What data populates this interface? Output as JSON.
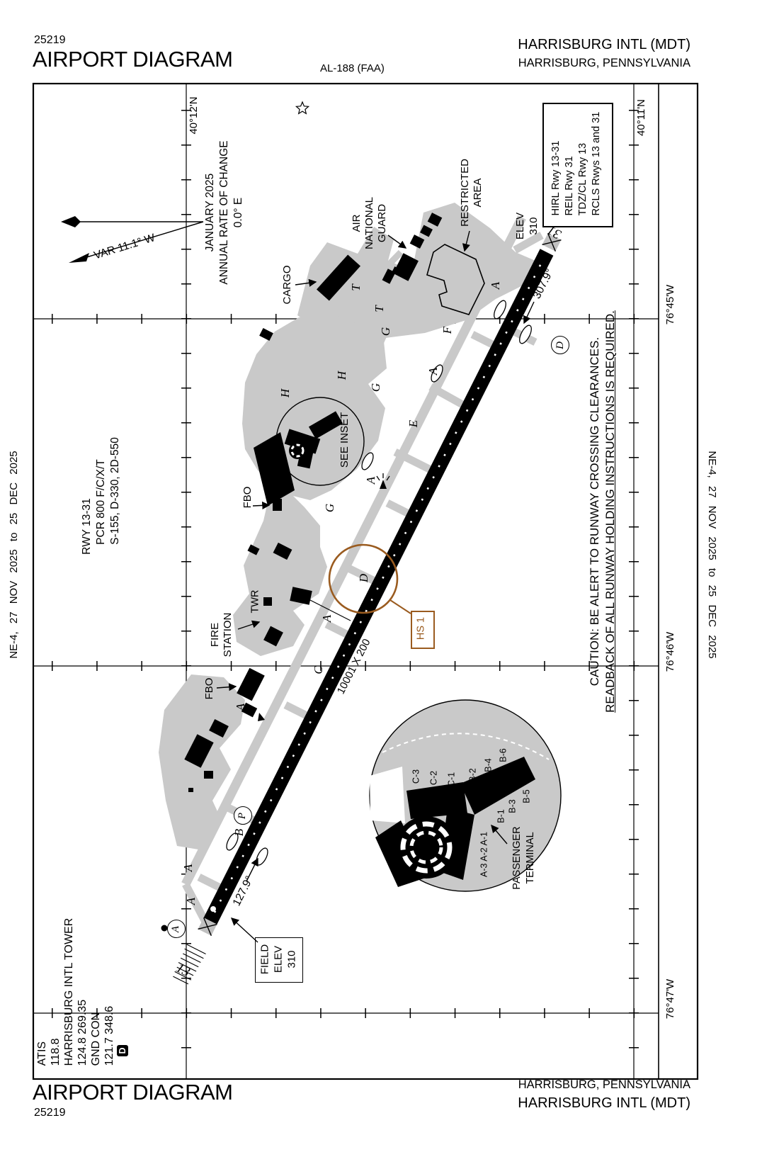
{
  "colors": {
    "hotspot_brown": "#9A5B1F",
    "apron_gray": "#c9c9c9"
  },
  "header": {
    "chart_number": "25219",
    "title": "AIRPORT DIAGRAM",
    "procedure_id": "AL-188 (FAA)",
    "airport_name": "HARRISBURG INTL (MDT)",
    "city_state": "HARRISBURG, PENNSYLVANIA"
  },
  "footer": {
    "title": "AIRPORT DIAGRAM",
    "chart_number": "25219",
    "city_state": "HARRISBURG, PENNSYLVANIA",
    "airport_name": "HARRISBURG INTL (MDT)"
  },
  "margin_note": "NE-4, 27 NOV 2025 to 25 DEC 2025",
  "grid": {
    "lat_left": "40°12'N",
    "lat_right": "40°11'N",
    "lon_top": "76°45'W",
    "lon_mid": "76°46'W",
    "lon_bottom": "76°47'W"
  },
  "magnetic": {
    "variation": "VAR 11.1° W",
    "date": "JANUARY 2025",
    "rate_label": "ANNUAL RATE OF CHANGE",
    "rate": "0.0° E"
  },
  "lighting": {
    "l1": "HIRL Rwy 13-31",
    "l2": "REIL Rwy 31",
    "l3": "TDZ/CL Rwy 13",
    "l4": "RCLS Rwys 13 and 31"
  },
  "runway_info": {
    "l1": "RWY 13-31",
    "l2": "PCR 800 F/C/X/T",
    "l3": "S-155, D-330, 2D-550"
  },
  "caution": {
    "line1": "CAUTION: BE ALERT TO RUNWAY CROSSING CLEARANCES.",
    "line2": "READBACK OF ALL RUNWAY HOLDING INSTRUCTIONS IS REQUIRED."
  },
  "frequencies": {
    "l1": "ATIS",
    "l2": "118.8",
    "l3": "HARRISBURG INTL TOWER",
    "l4": "124.8 269.35",
    "l5": "GND CON",
    "l6": "121.7 348.6",
    "datis": "D"
  },
  "runway": {
    "num_13": "13",
    "num_31": "31",
    "hdg_13": "127.9°",
    "hdg_31": "307.9°",
    "size": "10001 X 200"
  },
  "elevation": {
    "field_l1": "FIELD",
    "field_l2": "ELEV",
    "field_l3": "310",
    "rwy31_l1": "ELEV",
    "rwy31_l2": "310"
  },
  "labels": {
    "cargo": "CARGO",
    "ang_l1": "AIR",
    "ang_l2": "NATIONAL",
    "ang_l3": "GUARD",
    "restricted_l1": "RESTRICTED",
    "restricted_l2": "AREA",
    "fbo_north": "FBO",
    "fbo_south": "FBO",
    "twr": "TWR",
    "fire_l1": "FIRE",
    "fire_l2": "STATION",
    "see_inset": "SEE INSET",
    "hs1": "HS 1",
    "passenger_l1": "PASSENGER",
    "passenger_l2": "TERMINAL"
  },
  "taxiway_letters": [
    {
      "t": "T"
    },
    {
      "t": "T"
    },
    {
      "t": "G"
    },
    {
      "t": "F"
    },
    {
      "t": "H"
    },
    {
      "t": "G"
    },
    {
      "t": "H"
    },
    {
      "t": "E"
    },
    {
      "t": "A"
    },
    {
      "t": "A"
    },
    {
      "t": "A"
    },
    {
      "t": "G"
    },
    {
      "t": "D"
    },
    {
      "t": "A"
    },
    {
      "t": "C"
    },
    {
      "t": "A"
    },
    {
      "t": "B"
    },
    {
      "t": "A"
    },
    {
      "t": "A"
    }
  ],
  "circled": {
    "p": "P",
    "a": "A",
    "d": "D"
  },
  "gates": [
    {
      "t": "C-3"
    },
    {
      "t": "C-2"
    },
    {
      "t": "C-1"
    },
    {
      "t": "B-2"
    },
    {
      "t": "B-4"
    },
    {
      "t": "B-6"
    },
    {
      "t": "B-1"
    },
    {
      "t": "B-3"
    },
    {
      "t": "B-5"
    },
    {
      "t": "A-3 A-2 A-1"
    }
  ]
}
